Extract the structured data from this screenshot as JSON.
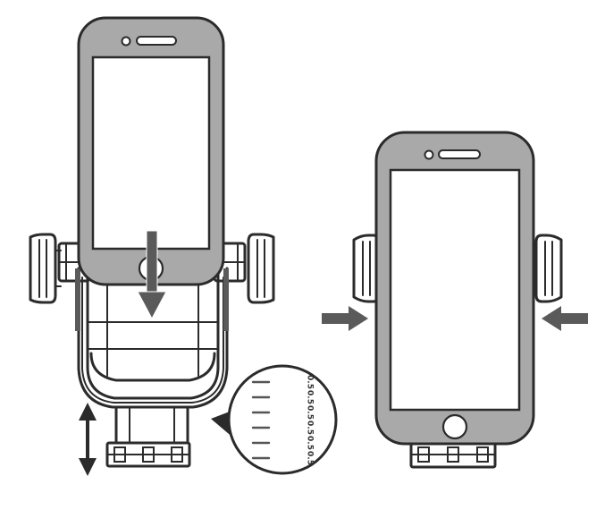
{
  "colors": {
    "phone_body": "#a9a9a9",
    "screen": "#ffffff",
    "outline": "#2b2b2b",
    "arrow": "#5a5a5a",
    "clamp": "#9a9a9a",
    "scale_tick": "#555555"
  },
  "icons": {
    "insert_arrow": "arrow-down-icon",
    "height_adjust": "double-arrow-vertical-icon",
    "clamp_left": "arrow-right-icon",
    "clamp_right": "arrow-left-icon",
    "zoom_pointer": "triangle-pointer-icon"
  },
  "scale": {
    "labels": [
      "0.5",
      "0.5",
      "0.5",
      "0.5",
      "0.5",
      "0.5"
    ]
  }
}
